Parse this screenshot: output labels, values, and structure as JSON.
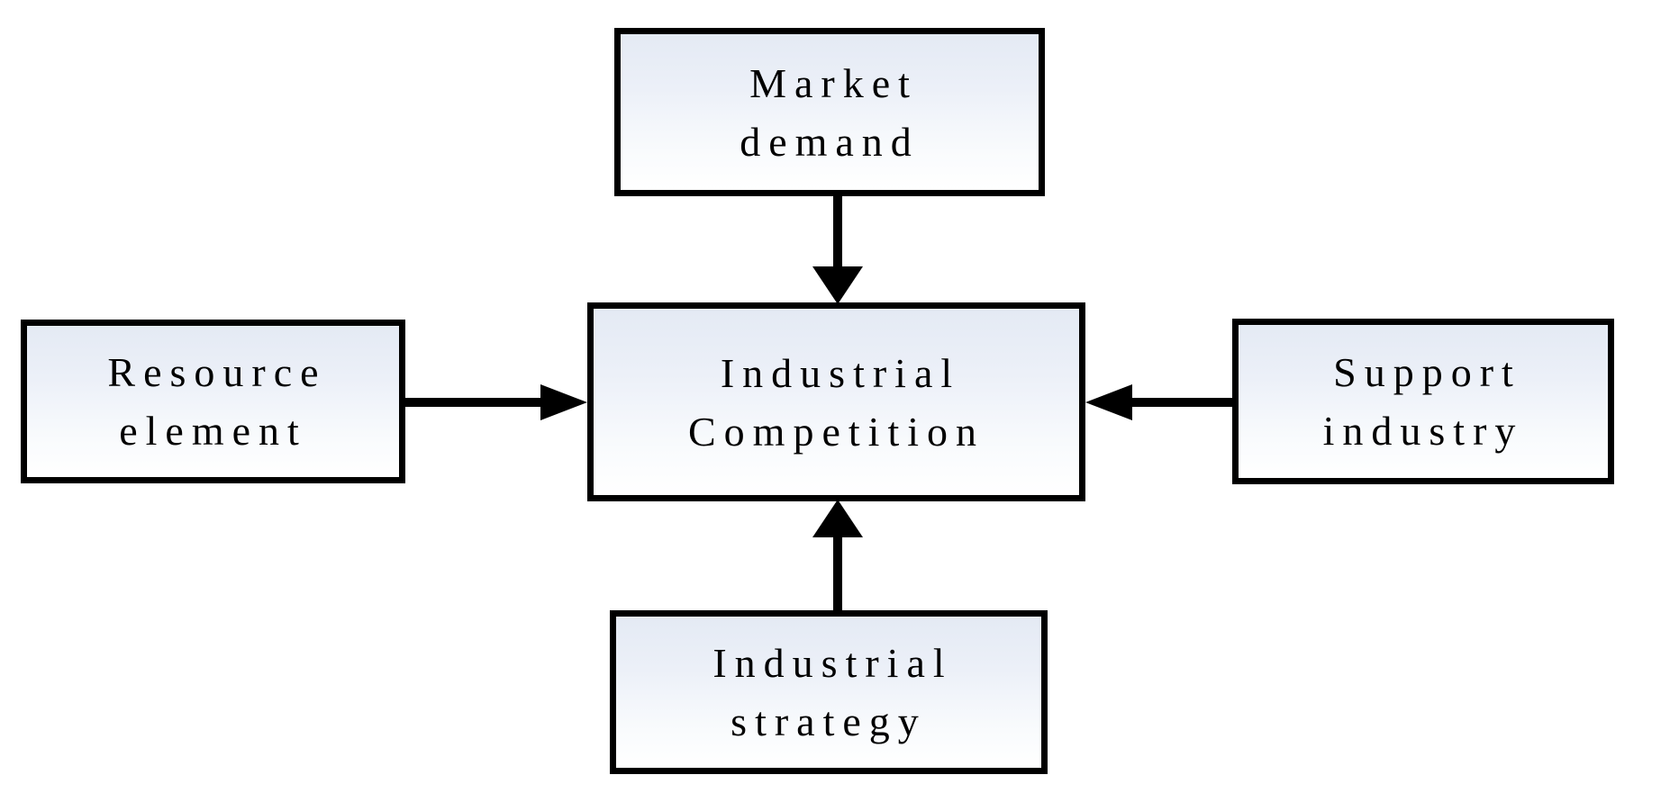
{
  "diagram": {
    "type": "concept-flow-diagram",
    "nodes": [
      {
        "id": "market-demand",
        "label": "Market\ndemand",
        "position": "top"
      },
      {
        "id": "resource-element",
        "label": "Resource\nelement",
        "position": "left"
      },
      {
        "id": "industrial-competition",
        "label": "Industrial\nCompetition",
        "position": "center"
      },
      {
        "id": "support-industry",
        "label": "Support\nindustry",
        "position": "right"
      },
      {
        "id": "industrial-strategy",
        "label": "Industrial\nstrategy",
        "position": "bottom"
      }
    ],
    "edges": [
      {
        "from": "market-demand",
        "to": "industrial-competition",
        "direction": "down"
      },
      {
        "from": "resource-element",
        "to": "industrial-competition",
        "direction": "right"
      },
      {
        "from": "support-industry",
        "to": "industrial-competition",
        "direction": "left"
      },
      {
        "from": "industrial-strategy",
        "to": "industrial-competition",
        "direction": "up"
      }
    ],
    "colors": {
      "background": "#ffffff",
      "box_border": "#000000",
      "box_fill_top": "#e4eaf4",
      "box_fill_bottom": "#ffffff",
      "arrow": "#000000",
      "text": "#000000"
    }
  }
}
